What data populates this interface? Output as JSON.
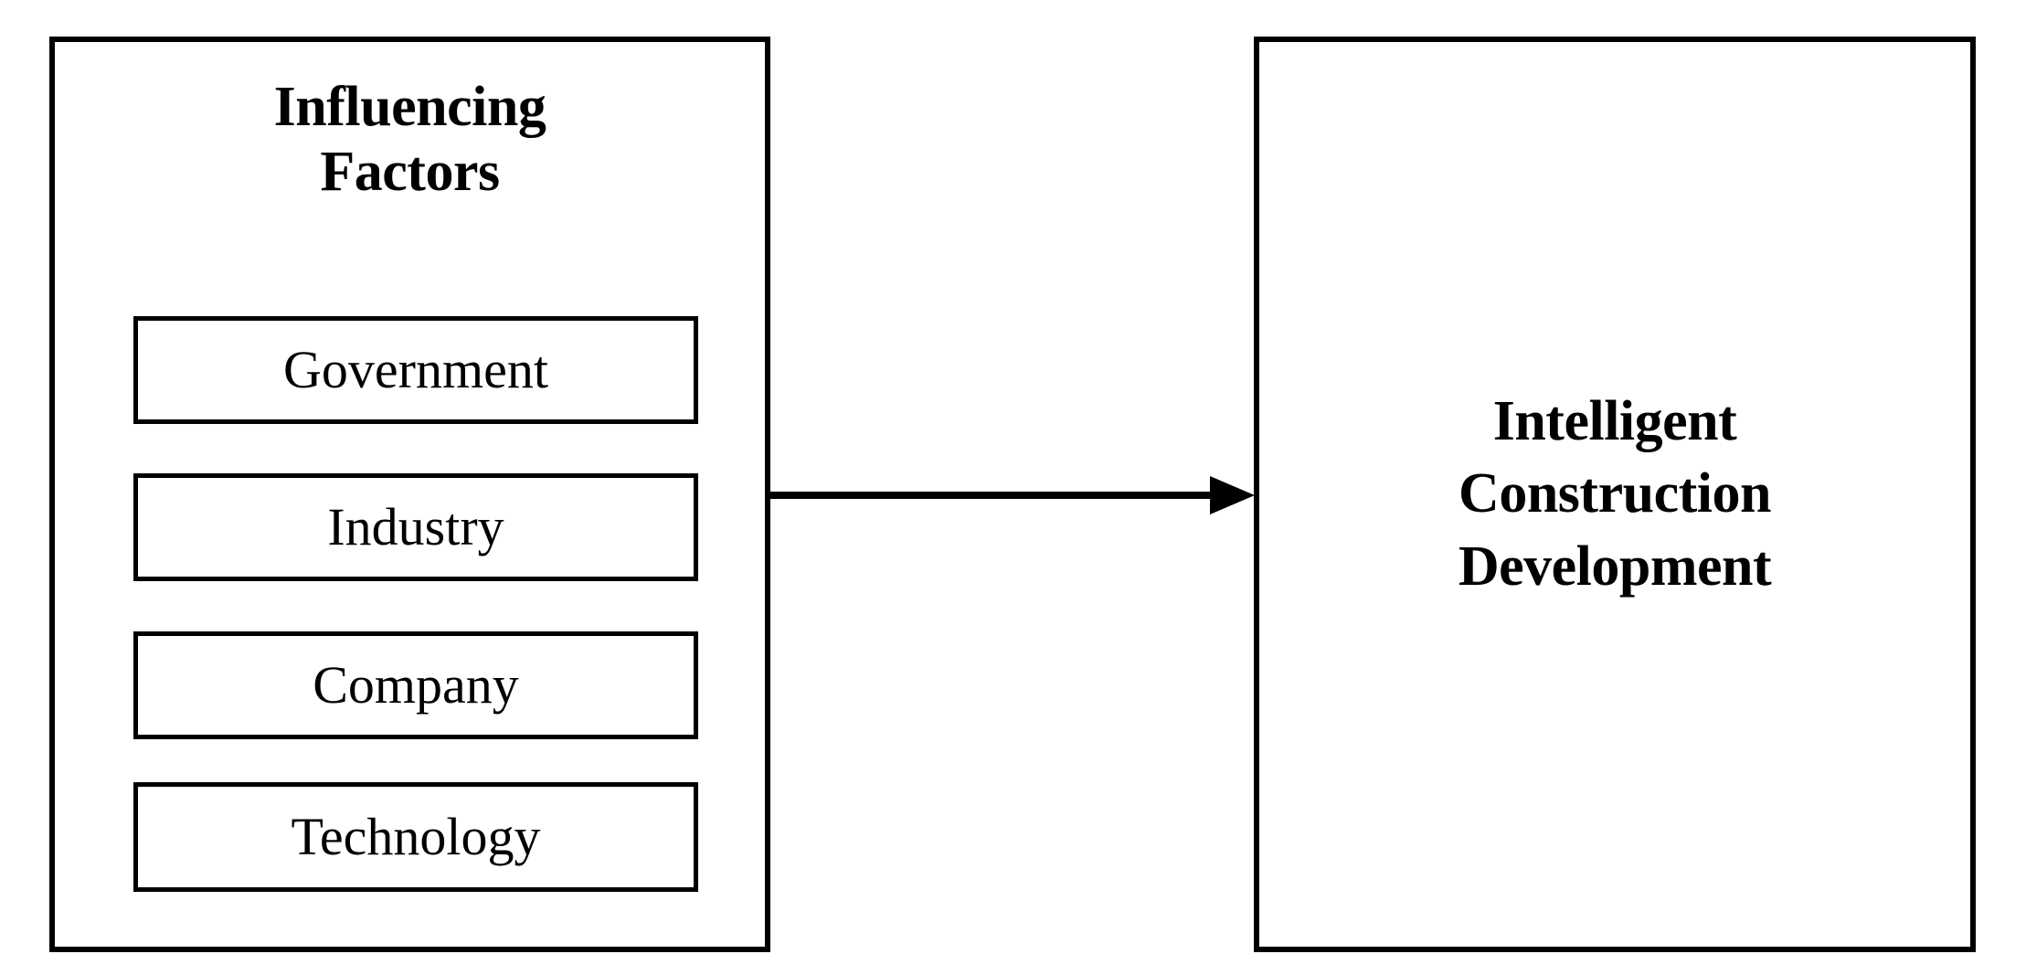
{
  "diagram": {
    "type": "flow-diagram",
    "background_color": "#ffffff",
    "line_color": "#000000",
    "source": {
      "title": "Influencing Factors",
      "title_lines": "Influencing\nFactors",
      "items": [
        {
          "label": "Government"
        },
        {
          "label": "Industry"
        },
        {
          "label": "Company"
        },
        {
          "label": "Technology"
        }
      ]
    },
    "connector": {
      "icon": "arrow-right-icon",
      "direction": "left-to-right",
      "label": ""
    },
    "target": {
      "title": "Intelligent Construction Development",
      "title_lines": "Intelligent\nConstruction\nDevelopment"
    }
  }
}
